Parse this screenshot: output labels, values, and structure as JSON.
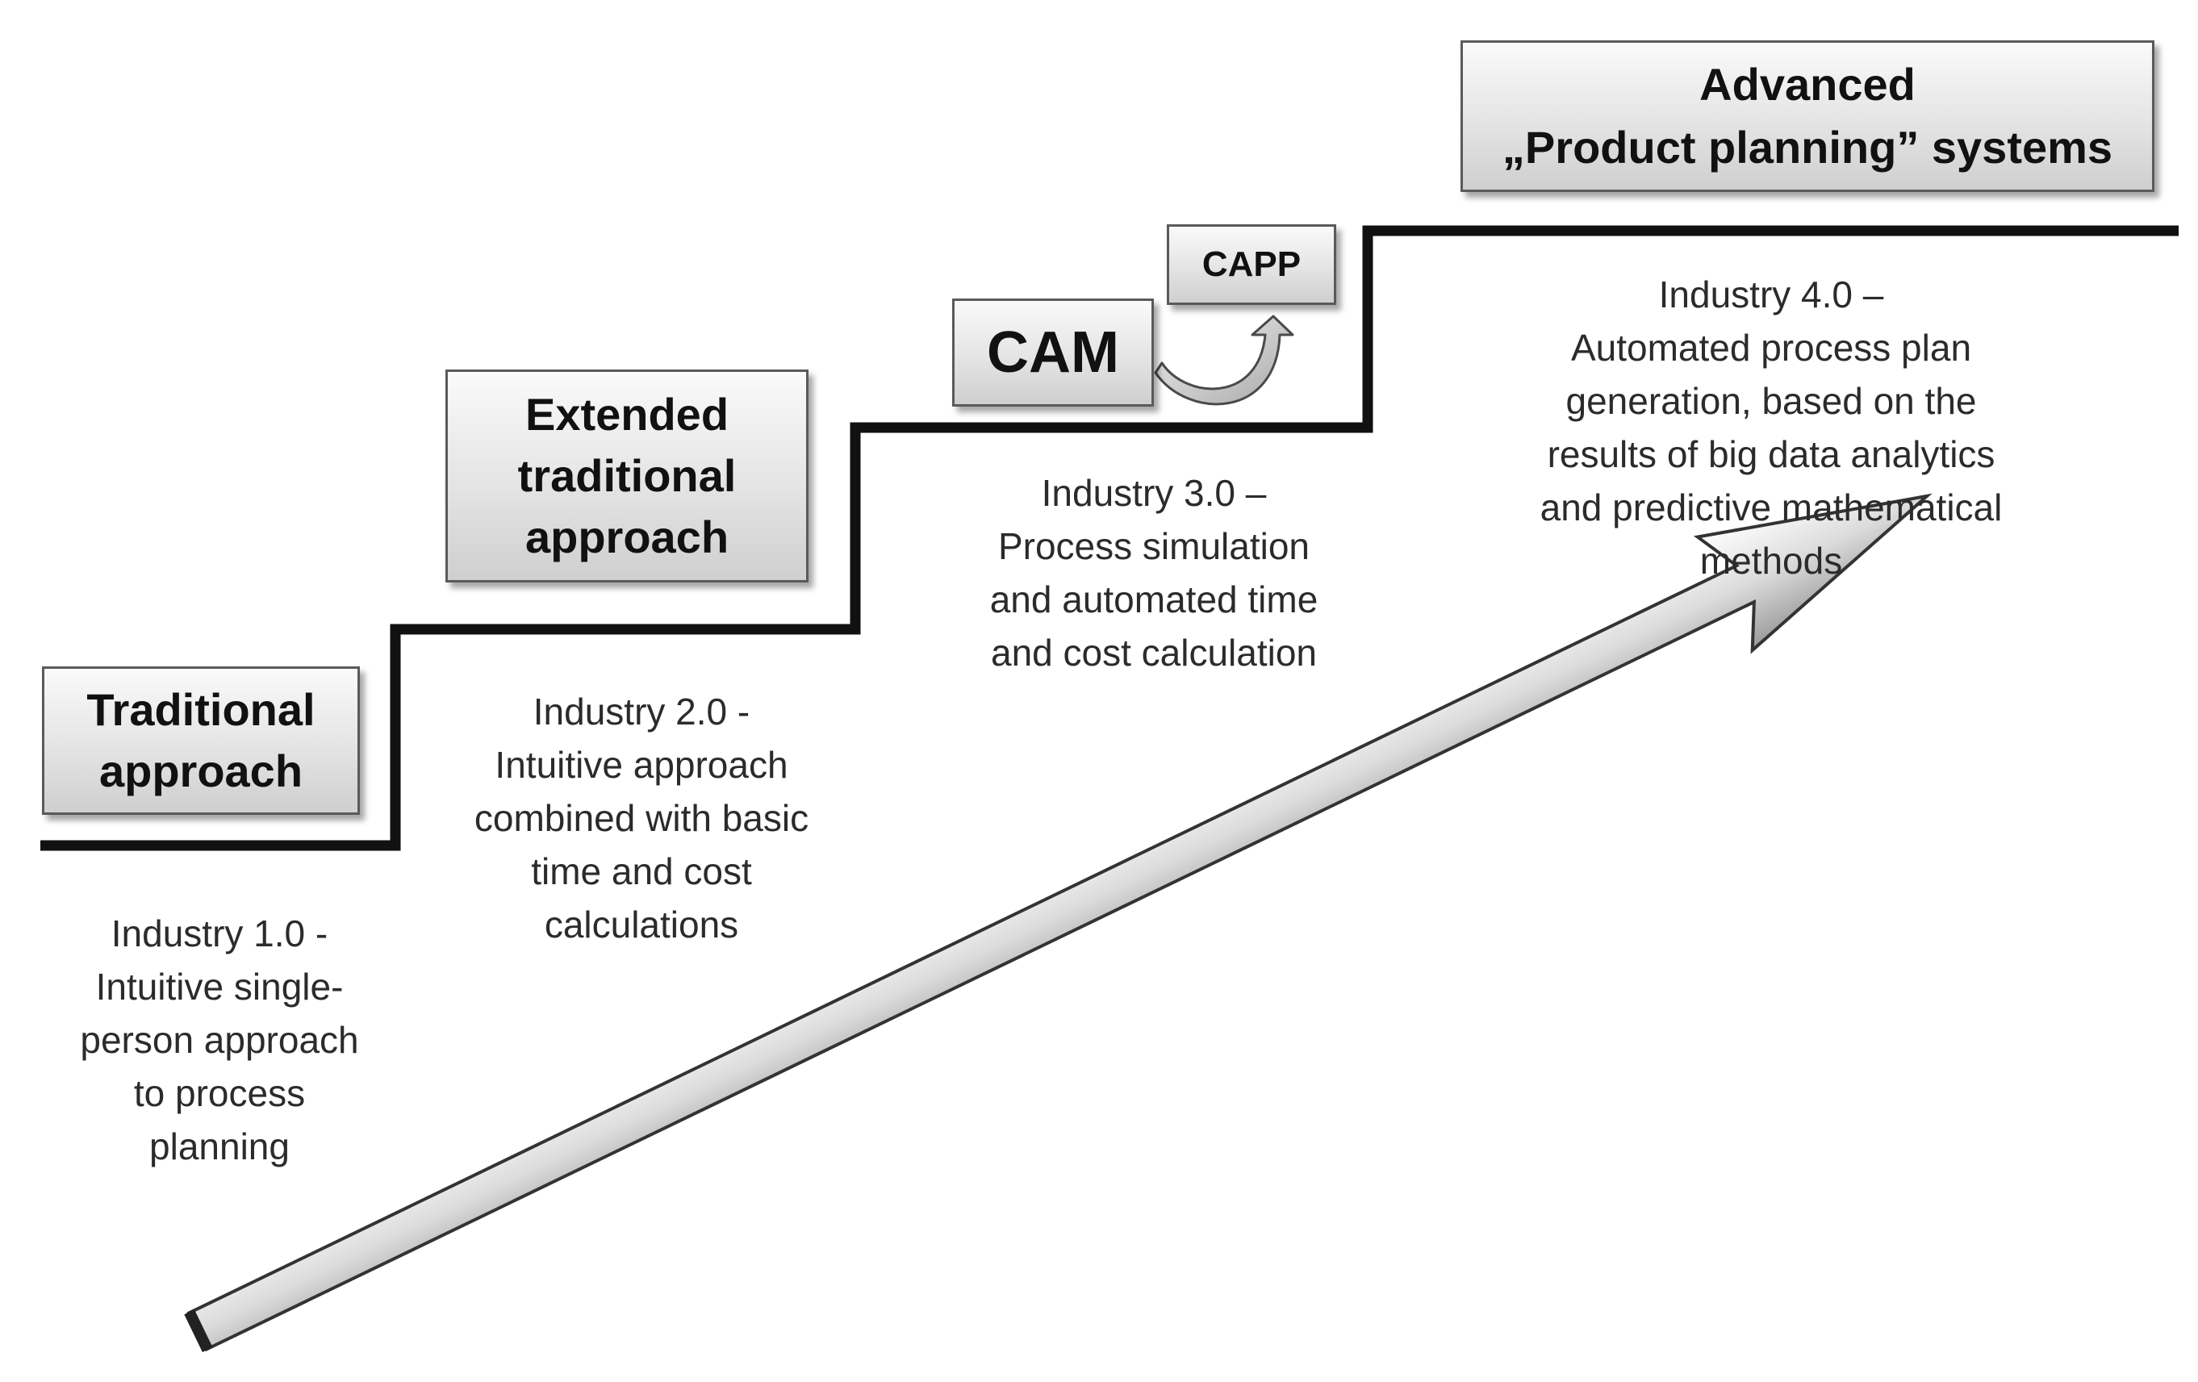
{
  "stages": [
    {
      "box_label": "Traditional\napproach",
      "description": "Industry 1.0 -\nIntuitive single-\nperson approach\nto process\nplanning"
    },
    {
      "box_label": "Extended\ntraditional\napproach",
      "description": "Industry 2.0 -\nIntuitive approach\ncombined with basic\ntime and cost\ncalculations"
    },
    {
      "box_label": "CAM",
      "description": "Industry 3.0 –\nProcess simulation\nand automated time\nand cost calculation"
    },
    {
      "box_label": "Advanced\n„Product planning” systems",
      "description": "Industry 4.0 –\nAutomated  process plan\ngeneration, based on the\nresults of big data analytics\nand predictive mathematical\nmethods"
    }
  ],
  "capp_label": "CAPP"
}
